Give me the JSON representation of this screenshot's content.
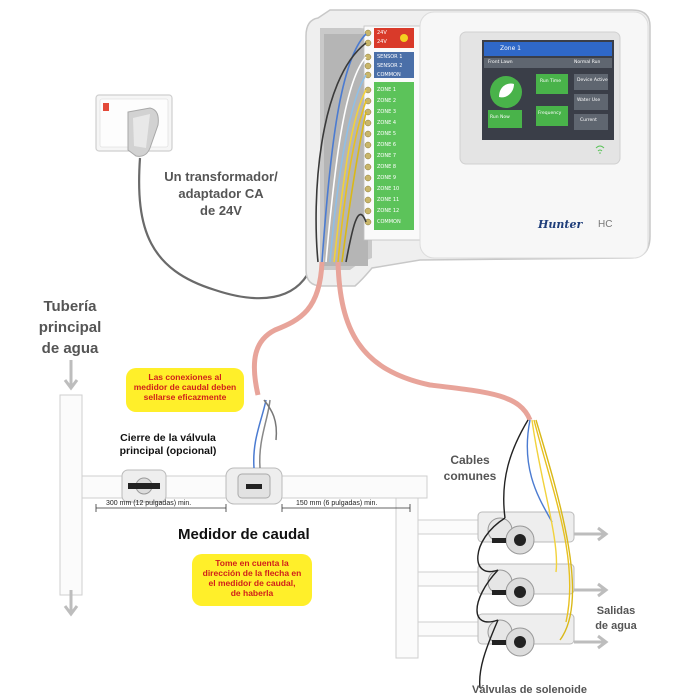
{
  "labels": {
    "transformer": [
      "Un transformador/",
      "adaptador CA",
      "de 24V"
    ],
    "main_pipe": [
      "Tubería",
      "principal",
      "de agua"
    ],
    "main_valve": [
      "Cierre de la válvula",
      "principal (opcional)"
    ],
    "flow_meter": "Medidor de caudal",
    "common_wires": [
      "Cables",
      "comunes"
    ],
    "water_outlets": [
      "Salidas",
      "de agua"
    ],
    "solenoid_valves": "Válvulas de solenoide",
    "dim_300": "300 mm (12 pulgadas) min.",
    "dim_150": "150 mm (6 pulgadas) min."
  },
  "callouts": {
    "seal": [
      "Las conexiones al",
      "medidor de caudal deben",
      "sellarse eficazmente"
    ],
    "arrow": [
      "Tome en cuenta la",
      "dirección de la flecha en",
      "el medidor de caudal,",
      "de haberla"
    ]
  },
  "controller": {
    "brand": "Hunter",
    "model": "HC",
    "terminals_top": [
      "24V",
      "24V"
    ],
    "terminals_sensor": [
      "SENSOR 1",
      "SENSOR 2",
      "COMMON"
    ],
    "terminals_zones": [
      "ZONE 1",
      "ZONE 2",
      "ZONE 3",
      "ZONE 4",
      "ZONE 5",
      "ZONE 6",
      "ZONE 7",
      "ZONE 8",
      "ZONE 9",
      "ZONE 10",
      "ZONE 11",
      "ZONE 12",
      "COMMON"
    ],
    "screen": {
      "header": "Zone 1",
      "tab_left": "Front Lawn",
      "tab_right": "Normal Run",
      "btn_run_now": "Run Now",
      "btn_run_time": "Run Time",
      "btn_frequency": "Frequency",
      "btn_device": "Device Active",
      "btn_water_use": "Water Use",
      "btn_current": "Current"
    }
  },
  "colors": {
    "tube": "#e8a49a",
    "callout_bg": "#ffef2a",
    "callout_text": "#d0201a",
    "zone_green": "#5cc35a",
    "sensor_blue": "#4a6fa8",
    "power_red": "#d93a2a",
    "screen_blue": "#2f68c8"
  }
}
